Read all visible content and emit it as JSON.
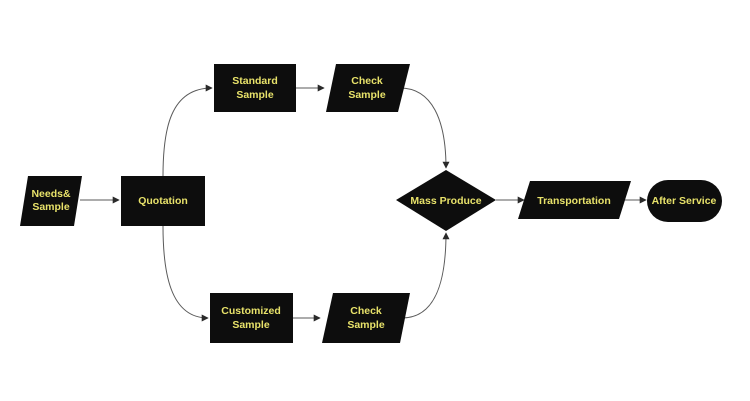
{
  "colors": {
    "node_fill": "#0d0d0d",
    "node_text": "#e8e26a",
    "edge": "#5a5a5a",
    "background": "#ffffff"
  },
  "nodes": {
    "needs_sample": {
      "shape": "parallelogram",
      "lines": [
        "Needs&",
        "Sample"
      ]
    },
    "quotation": {
      "shape": "rectangle",
      "lines": [
        "Quotation"
      ]
    },
    "standard_sample": {
      "shape": "rectangle",
      "lines": [
        "Standard",
        "Sample"
      ]
    },
    "check_sample_top": {
      "shape": "parallelogram",
      "lines": [
        "Check",
        "Sample"
      ]
    },
    "customized_sample": {
      "shape": "rectangle",
      "lines": [
        "Customized",
        "Sample"
      ]
    },
    "check_sample_bottom": {
      "shape": "parallelogram",
      "lines": [
        "Check",
        "Sample"
      ]
    },
    "mass_produce": {
      "shape": "diamond",
      "lines": [
        "Mass Produce"
      ]
    },
    "transportation": {
      "shape": "parallelogram",
      "lines": [
        "Transportation"
      ]
    },
    "after_service": {
      "shape": "terminator",
      "lines": [
        "After Service"
      ]
    }
  },
  "edges": [
    {
      "from": "needs_sample",
      "to": "quotation"
    },
    {
      "from": "quotation",
      "to": "standard_sample"
    },
    {
      "from": "quotation",
      "to": "customized_sample"
    },
    {
      "from": "standard_sample",
      "to": "check_sample_top"
    },
    {
      "from": "customized_sample",
      "to": "check_sample_bottom"
    },
    {
      "from": "check_sample_top",
      "to": "mass_produce"
    },
    {
      "from": "check_sample_bottom",
      "to": "mass_produce"
    },
    {
      "from": "mass_produce",
      "to": "transportation"
    },
    {
      "from": "transportation",
      "to": "after_service"
    }
  ]
}
